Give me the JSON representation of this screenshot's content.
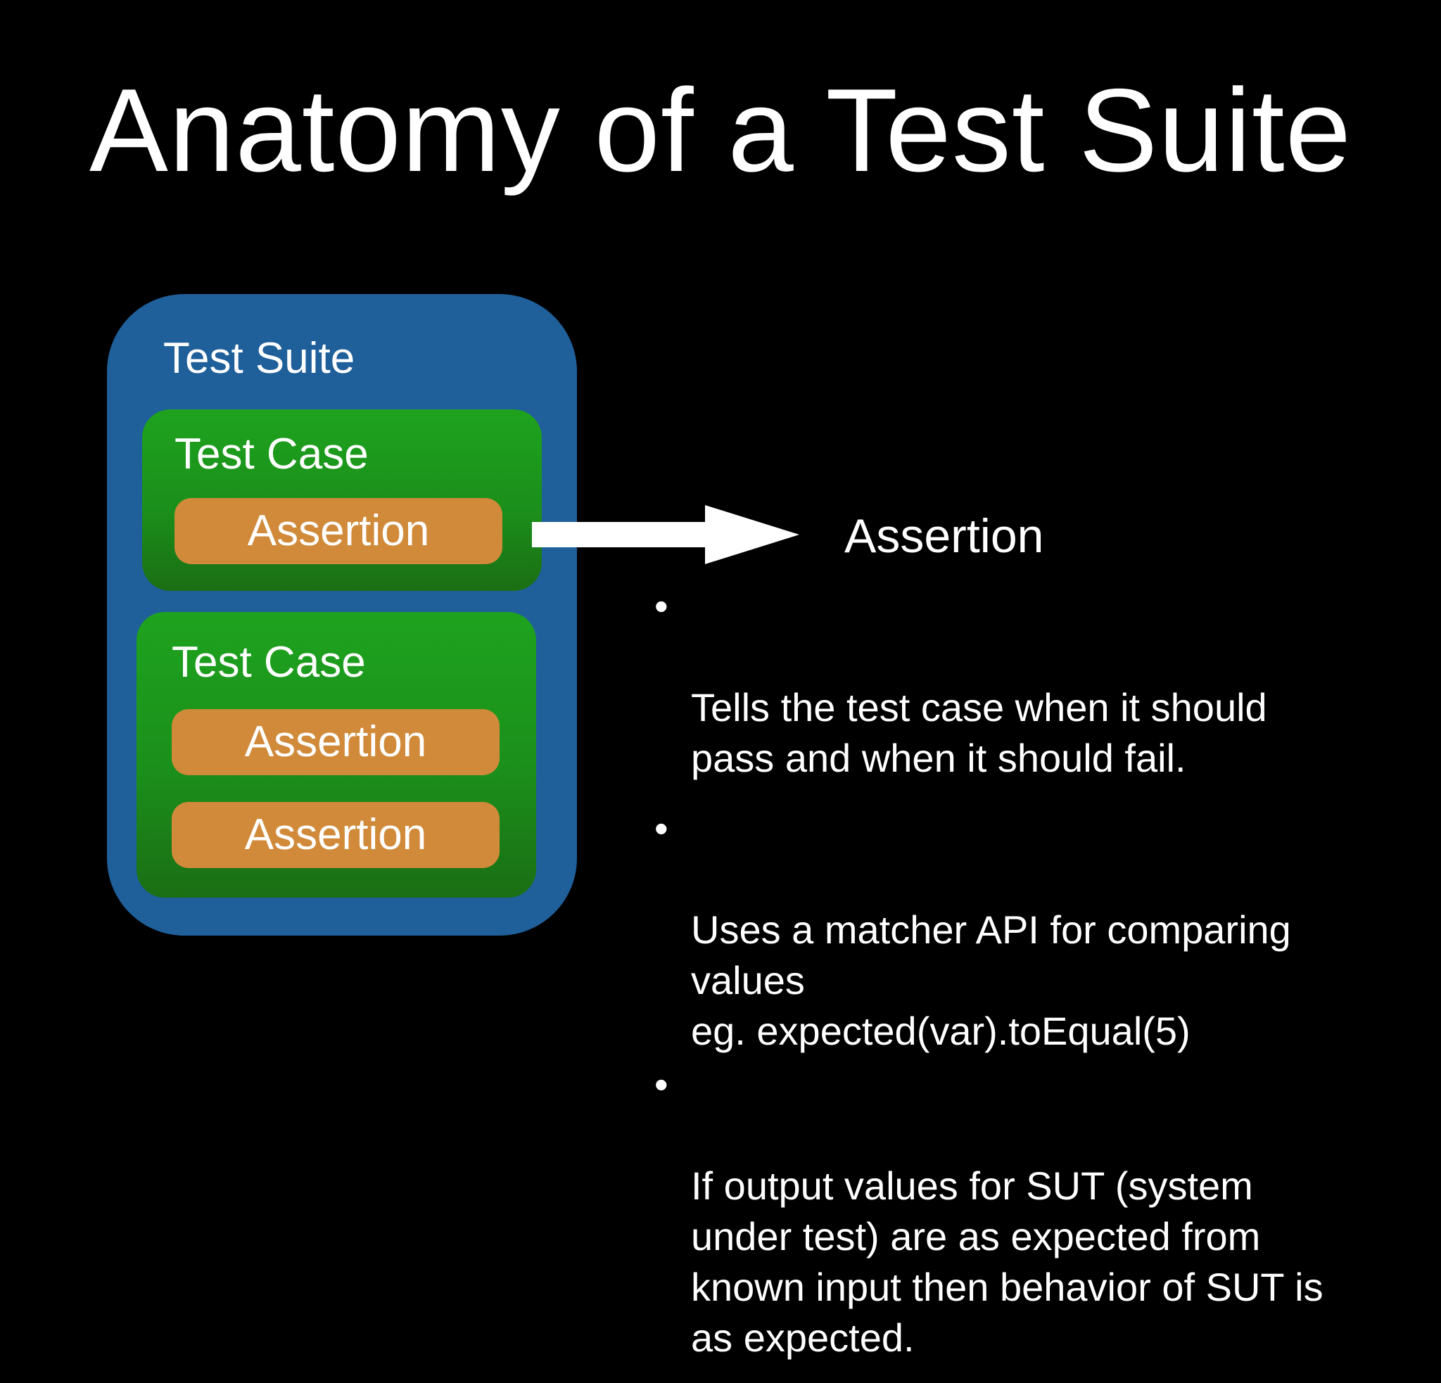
{
  "slide": {
    "title": "Anatomy of a Test Suite"
  },
  "diagram": {
    "suite_label": "Test Suite",
    "test_cases": [
      {
        "label": "Test Case",
        "assertions": [
          "Assertion"
        ]
      },
      {
        "label": "Test Case",
        "assertions": [
          "Assertion",
          "Assertion"
        ]
      }
    ],
    "arrow_icon": "arrow-right-icon",
    "colors": {
      "background": "#000000",
      "suite": "#1f5f9a",
      "test_case": "#1ea31e",
      "assertion": "#d08a3a",
      "text": "#ffffff"
    }
  },
  "detail": {
    "heading": "Assertion",
    "bullet_glyph": "•",
    "bullets": [
      "Tells the test case when it should\npass and when it should fail.",
      "Uses a matcher API for comparing\nvalues\neg. expected(var).toEqual(5)",
      "If output values for SUT (system\nunder test) are as expected from\nknown input then behavior of SUT is\nas expected."
    ]
  }
}
